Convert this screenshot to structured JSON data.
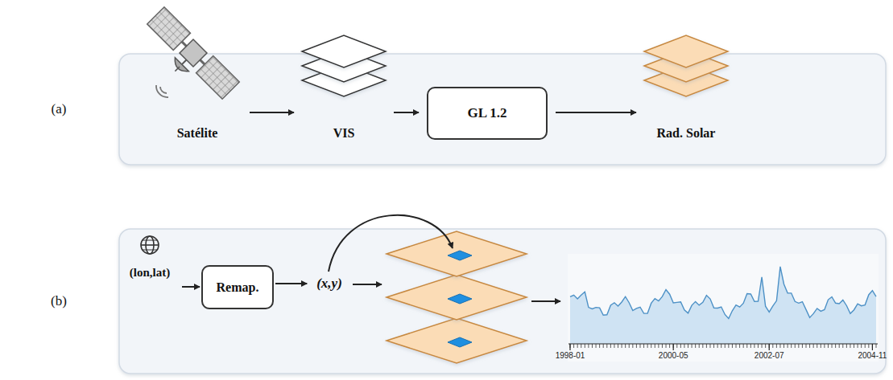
{
  "diagram": {
    "nodes": [
      {
        "text": [
          "(a)"
        ]
      },
      {
        "text": [
          "Satélite"
        ],
        "in": 0
      },
      {
        "text": [
          "VIS"
        ],
        "in": 0
      },
      {
        "text": [
          "GL 1.2"
        ],
        "in": 0
      },
      {
        "text": [
          "Rad. Solar"
        ],
        "in": 0
      },
      {
        "text": [
          "(b)"
        ]
      },
      {
        "text": [
          "(lon,lat)"
        ],
        "in": 5
      },
      {
        "text": [
          "Remap."
        ],
        "in": 5
      },
      {
        "text": [
          "(x,y)"
        ],
        "in": 5
      }
    ],
    "edges": [
      {
        "from": 1,
        "to": 2,
        "arrow": "to"
      },
      {
        "from": 2,
        "to": 3,
        "arrow": "to"
      },
      {
        "from": 3,
        "to": 4,
        "arrow": "to"
      },
      {
        "from": 6,
        "to": 7,
        "arrow": "to"
      },
      {
        "from": 7,
        "to": 8,
        "arrow": "to"
      }
    ],
    "labels": [
      "1998-01",
      "2000-05",
      "2002-07",
      "2004-11"
    ]
  }
}
